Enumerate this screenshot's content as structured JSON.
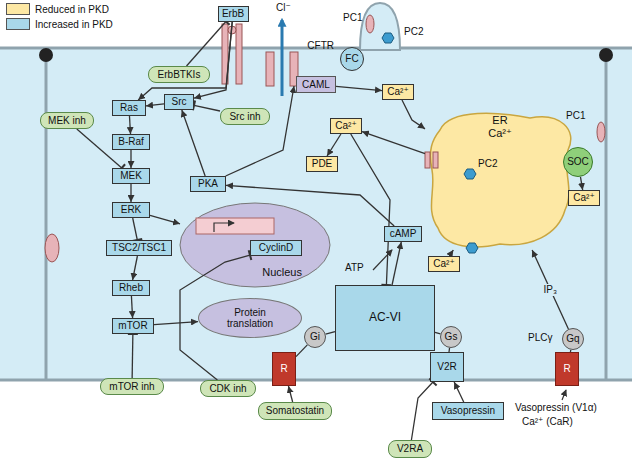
{
  "diagram": {
    "nodes": [
      {
        "text": [
          "ErbB"
        ]
      },
      {
        "text": [
          "ErbBTKIs"
        ]
      },
      {
        "text": [
          "Src"
        ]
      },
      {
        "text": [
          "Src inh"
        ]
      },
      {
        "text": [
          "MEK inh"
        ]
      },
      {
        "text": [
          "Ras"
        ]
      },
      {
        "text": [
          "B-Raf"
        ]
      },
      {
        "text": [
          "MEK"
        ]
      },
      {
        "text": [
          "ERK"
        ]
      },
      {
        "text": [
          "TSC2/TSC1"
        ]
      },
      {
        "text": [
          "Rheb"
        ]
      },
      {
        "text": [
          "mTOR"
        ]
      },
      {
        "text": [
          "mTOR inh"
        ]
      },
      {
        "text": [
          "Nucleus"
        ]
      },
      {
        "text": [
          "CyclinD"
        ],
        "in": 13
      },
      {
        "text": [
          "Protein translation"
        ]
      },
      {
        "text": [
          "CDK inh"
        ]
      },
      {
        "text": [
          "PKA"
        ]
      },
      {
        "text": [
          "CFTR"
        ]
      },
      {
        "text": [
          "FC"
        ]
      },
      {
        "text": [
          "CAML"
        ]
      },
      {
        "text": [
          "Ca²⁺"
        ]
      },
      {
        "text": [
          "Ca²⁺"
        ]
      },
      {
        "text": [
          "PDE"
        ]
      },
      {
        "text": [
          "ER",
          "Ca²⁺"
        ]
      },
      {
        "text": [
          "Ca²⁺"
        ]
      },
      {
        "text": [
          "Ca²⁺"
        ]
      },
      {
        "text": [
          "cAMP"
        ]
      },
      {
        "text": [
          "AC-VI"
        ]
      },
      {
        "text": [
          "Gi"
        ]
      },
      {
        "text": [
          "Gs"
        ]
      },
      {
        "text": [
          "R"
        ]
      },
      {
        "text": [
          "V2R"
        ]
      },
      {
        "text": [
          "R"
        ]
      },
      {
        "text": [
          "Gq"
        ]
      },
      {
        "text": [
          "Somatostatin"
        ]
      },
      {
        "text": [
          "Vasopressin"
        ]
      },
      {
        "text": [
          "V2RA"
        ]
      },
      {
        "text": [
          "SOC"
        ]
      }
    ],
    "edges": [
      {
        "from": 0,
        "to": 5,
        "arrow": "to"
      },
      {
        "from": 0,
        "to": 2,
        "arrow": "to"
      },
      {
        "from": 1,
        "to": 0,
        "arrow": "none"
      },
      {
        "from": 2,
        "to": 5,
        "arrow": "to"
      },
      {
        "from": 3,
        "to": 2,
        "arrow": "none"
      },
      {
        "from": 5,
        "to": 6,
        "arrow": "to"
      },
      {
        "from": 6,
        "to": 7,
        "arrow": "to"
      },
      {
        "from": 4,
        "to": 7,
        "arrow": "none"
      },
      {
        "from": 7,
        "to": 8,
        "arrow": "to"
      },
      {
        "from": 8,
        "to": 13,
        "arrow": "to"
      },
      {
        "from": 8,
        "to": 9,
        "arrow": "none"
      },
      {
        "from": 9,
        "to": 10,
        "arrow": "to"
      },
      {
        "from": 10,
        "to": 11,
        "arrow": "to"
      },
      {
        "from": 11,
        "to": 15,
        "arrow": "to"
      },
      {
        "from": 12,
        "to": 11,
        "arrow": "none"
      },
      {
        "from": 16,
        "to": 14,
        "arrow": "none"
      },
      {
        "from": 17,
        "to": 2,
        "arrow": "to"
      },
      {
        "from": 17,
        "to": 18,
        "arrow": "to"
      },
      {
        "from": 27,
        "to": 17,
        "arrow": "to"
      },
      {
        "from": 28,
        "to": 27,
        "arrow": "to"
      },
      {
        "from": 22,
        "to": 23,
        "arrow": "to"
      },
      {
        "from": 22,
        "to": 28,
        "arrow": "none"
      },
      {
        "from": 20,
        "to": 21,
        "arrow": "to"
      },
      {
        "from": 21,
        "to": 24,
        "arrow": "to"
      },
      {
        "from": 24,
        "to": 22,
        "arrow": "to"
      },
      {
        "from": 26,
        "to": 24,
        "arrow": "to"
      },
      {
        "from": 38,
        "to": 25,
        "arrow": "to"
      },
      {
        "from": 34,
        "to": 24,
        "arrow": "to",
        "label": "IP₃"
      },
      {
        "from": 31,
        "to": 29,
        "arrow": "none"
      },
      {
        "from": 32,
        "to": 30,
        "arrow": "none"
      },
      {
        "from": 29,
        "to": 28,
        "arrow": "none"
      },
      {
        "from": 30,
        "to": 28,
        "arrow": "none"
      },
      {
        "from": 35,
        "to": 31,
        "arrow": "to"
      },
      {
        "from": 36,
        "to": 32,
        "arrow": "to"
      },
      {
        "from": 37,
        "to": 32,
        "arrow": "none"
      },
      {
        "from": 33,
        "to": 34,
        "arrow": "none"
      }
    ],
    "labels": [
      "PC1",
      "PC2",
      "Cl⁻",
      "PC1",
      "PC2",
      "ATP",
      "PLCγ",
      "Vasopressin (V1α)",
      "Ca²⁺ (CaR)"
    ],
    "legend": [
      {
        "text": "Reduced in PKD",
        "color": "#fde8a4"
      },
      {
        "text": "Increased in PKD",
        "color": "#a9d8ea"
      }
    ]
  }
}
